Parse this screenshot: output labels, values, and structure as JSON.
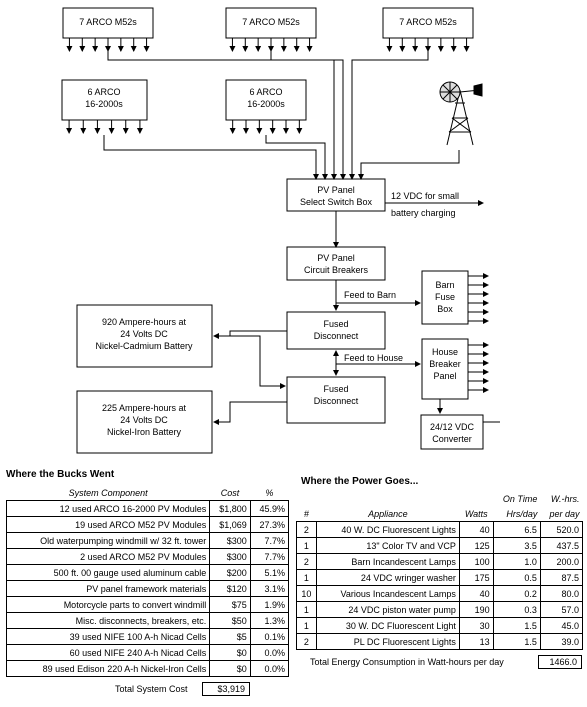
{
  "diagram": {
    "arrays": [
      {
        "label": "7 ARCO M52s"
      },
      {
        "label": "7 ARCO M52s"
      },
      {
        "label": "7 ARCO M52s"
      },
      {
        "label": "6 ARCO 16-2000s",
        "line1": "6 ARCO",
        "line2": "16-2000s"
      },
      {
        "label": "6 ARCO 16-2000s",
        "line1": "6 ARCO",
        "line2": "16-2000s"
      }
    ],
    "select_box": [
      "PV Panel",
      "Select Switch Box"
    ],
    "small_charging": [
      "12 VDC for small",
      "battery charging"
    ],
    "breakers": [
      "PV Panel",
      "Circuit Breakers"
    ],
    "feed_barn": "Feed to Barn",
    "barn_box": [
      "Barn",
      "Fuse",
      "Box"
    ],
    "fused1": [
      "Fused",
      "Disconnect"
    ],
    "feed_house": "Feed to House",
    "house_panel": [
      "House",
      "Breaker",
      "Panel"
    ],
    "fused2": [
      "Fused",
      "Disconnect"
    ],
    "nicad": [
      "920 Ampere-hours at",
      "24 Volts DC",
      "Nickel-Cadmium Battery"
    ],
    "nife": [
      "225 Ampere-hours at",
      "24 Volts DC",
      "Nickel-Iron Battery"
    ],
    "converter": [
      "24/12 VDC",
      "Converter"
    ]
  },
  "bucks": {
    "title": "Where the Bucks Went",
    "headers": [
      "System Component",
      "Cost",
      "%"
    ],
    "rows": [
      [
        "12 used ARCO 16-2000 PV Modules",
        "$1,800",
        "45.9%"
      ],
      [
        "19 used ARCO M52 PV Modules",
        "$1,069",
        "27.3%"
      ],
      [
        "Old waterpumping windmill w/ 32 ft. tower",
        "$300",
        "7.7%"
      ],
      [
        "2 used ARCO M52 PV Modules",
        "$300",
        "7.7%"
      ],
      [
        "500 ft. 00 gauge used aluminum cable",
        "$200",
        "5.1%"
      ],
      [
        "PV panel framework materials",
        "$120",
        "3.1%"
      ],
      [
        "Motorcycle parts to convert windmill",
        "$75",
        "1.9%"
      ],
      [
        "Misc. disconnects, breakers, etc.",
        "$50",
        "1.3%"
      ],
      [
        "39 used NIFE 100 A-h Nicad Cells",
        "$5",
        "0.1%"
      ],
      [
        "60 used NIFE 240 A-h Nicad Cells",
        "$0",
        "0.0%"
      ],
      [
        "89 used Edison 220 A-h Nickel-Iron Cells",
        "$0",
        "0.0%"
      ]
    ],
    "total_label": "Total System Cost",
    "total_value": "$3,919"
  },
  "power": {
    "title": "Where the Power Goes...",
    "headers": [
      "#",
      "Appliance",
      "Watts",
      "On Time Hrs/day",
      "W.-hrs. per day"
    ],
    "header_top": [
      "On Time",
      "W.-hrs."
    ],
    "header_bot": [
      "Hrs/day",
      "per day"
    ],
    "rows": [
      [
        "2",
        "40 W. DC Fluorescent Lights",
        "40",
        "6.5",
        "520.0"
      ],
      [
        "1",
        "13\" Color TV and VCP",
        "125",
        "3.5",
        "437.5"
      ],
      [
        "2",
        "Barn Incandescent Lamps",
        "100",
        "1.0",
        "200.0"
      ],
      [
        "1",
        "24 VDC wringer washer",
        "175",
        "0.5",
        "87.5"
      ],
      [
        "10",
        "Various Incandescent Lamps",
        "40",
        "0.2",
        "80.0"
      ],
      [
        "1",
        "24 VDC piston water pump",
        "190",
        "0.3",
        "57.0"
      ],
      [
        "1",
        "30 W. DC Fluorescent Light",
        "30",
        "1.5",
        "45.0"
      ],
      [
        "2",
        "PL DC Fluorescent Lights",
        "13",
        "1.5",
        "39.0"
      ]
    ],
    "total_label": "Total Energy Consumption in Watt-hours per day",
    "total_value": "1466.0"
  }
}
